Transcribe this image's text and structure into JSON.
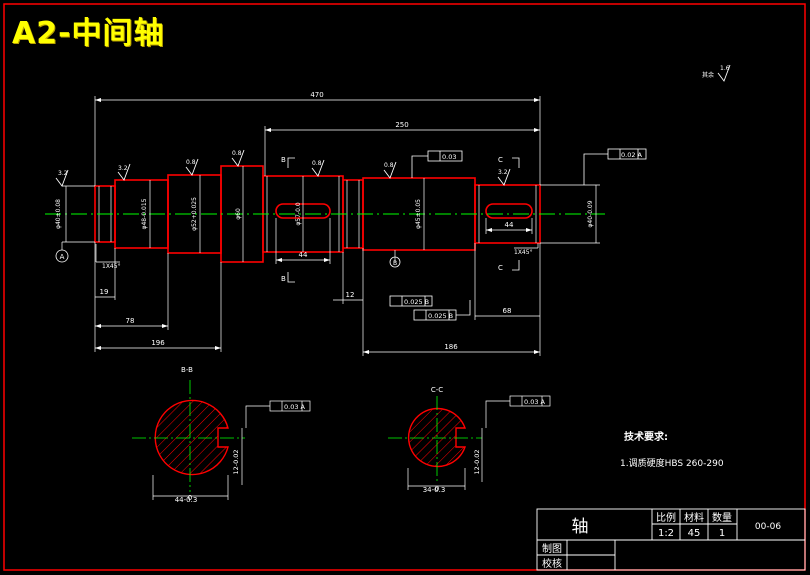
{
  "title": "A2-中间轴",
  "surface_finish_other": {
    "prefix": "其余",
    "value": "1.6"
  },
  "dimensions": {
    "overall_length": "470",
    "span_250": "250",
    "left_end_19": "19",
    "left_78": "78",
    "left_196": "196",
    "middle_12": "12",
    "right_68": "68",
    "right_186": "186",
    "keyway_left_44": "44",
    "keyway_right_44": "44",
    "chamfer_left": "1X45°",
    "chamfer_right": "1X45°",
    "d1": "φ40±0.08",
    "d2": "φ48-0.015",
    "d3": "φ52+0.025",
    "d4": "φ60",
    "d5": "φ57-0.0",
    "d6": "φ45±0.05",
    "d7": "φ40-0.09"
  },
  "roughness": [
    "3.2",
    "3.2",
    "0.8",
    "0.8",
    "0.8",
    "0.8",
    "3.2"
  ],
  "tolerance_frames": {
    "runout_top": "0.03",
    "cyl_right": "0.02 A",
    "paral_1": "0.025 B",
    "paral_2": "0.025 B"
  },
  "datums": {
    "a": "A",
    "b": "B"
  },
  "section_labels": {
    "b1": "B",
    "b2": "B",
    "c1": "C",
    "c2": "C"
  },
  "sections": [
    {
      "title": "B-B",
      "tol": "0.03 A",
      "dim_bottom": "44-0.3",
      "dim_side": "12-0.02",
      "zero": "0"
    },
    {
      "title": "C-C",
      "tol": "0.03 A",
      "dim_bottom": "34-0.3",
      "dim_side": "12-0.02",
      "zero": "0"
    }
  ],
  "tech_requirements": {
    "heading": "技术要求:",
    "item": "1.调质硬度HBS  260-290"
  },
  "title_block": {
    "part_name": "轴",
    "col_scale": "比例",
    "col_material": "材料",
    "col_qty": "数量",
    "scale": "1:2",
    "material": "45",
    "qty": "1",
    "drawing_no": "00-06",
    "drafted": "制图",
    "checked": "校核"
  },
  "colors": {
    "background": "#000000",
    "outline": "#ff0000",
    "dimension": "#ffffff",
    "centerline": "#00ff00",
    "title": "#ffff00"
  }
}
